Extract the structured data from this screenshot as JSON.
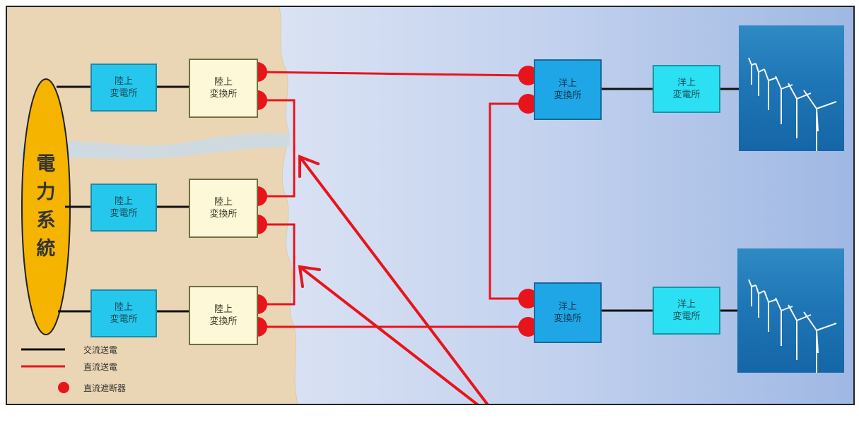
{
  "grid_label": [
    "電",
    "力",
    "系",
    "統"
  ],
  "onshore_substation": [
    "陸上",
    "変電所"
  ],
  "onshore_converter": [
    "陸上",
    "変換所"
  ],
  "offshore_converter": [
    "洋上",
    "変換所"
  ],
  "offshore_substation": [
    "洋上",
    "変電所"
  ],
  "legend": {
    "ac": "交流送電",
    "dc": "直流送電",
    "breaker": "直流遮断器"
  },
  "colors": {
    "ac_line": "#111111",
    "dc_line": "#e8141c",
    "breaker": "#e8141c",
    "grid_ellipse": "#f4b400"
  },
  "icons": [
    "wind-farm-image",
    "wind-farm-image"
  ]
}
